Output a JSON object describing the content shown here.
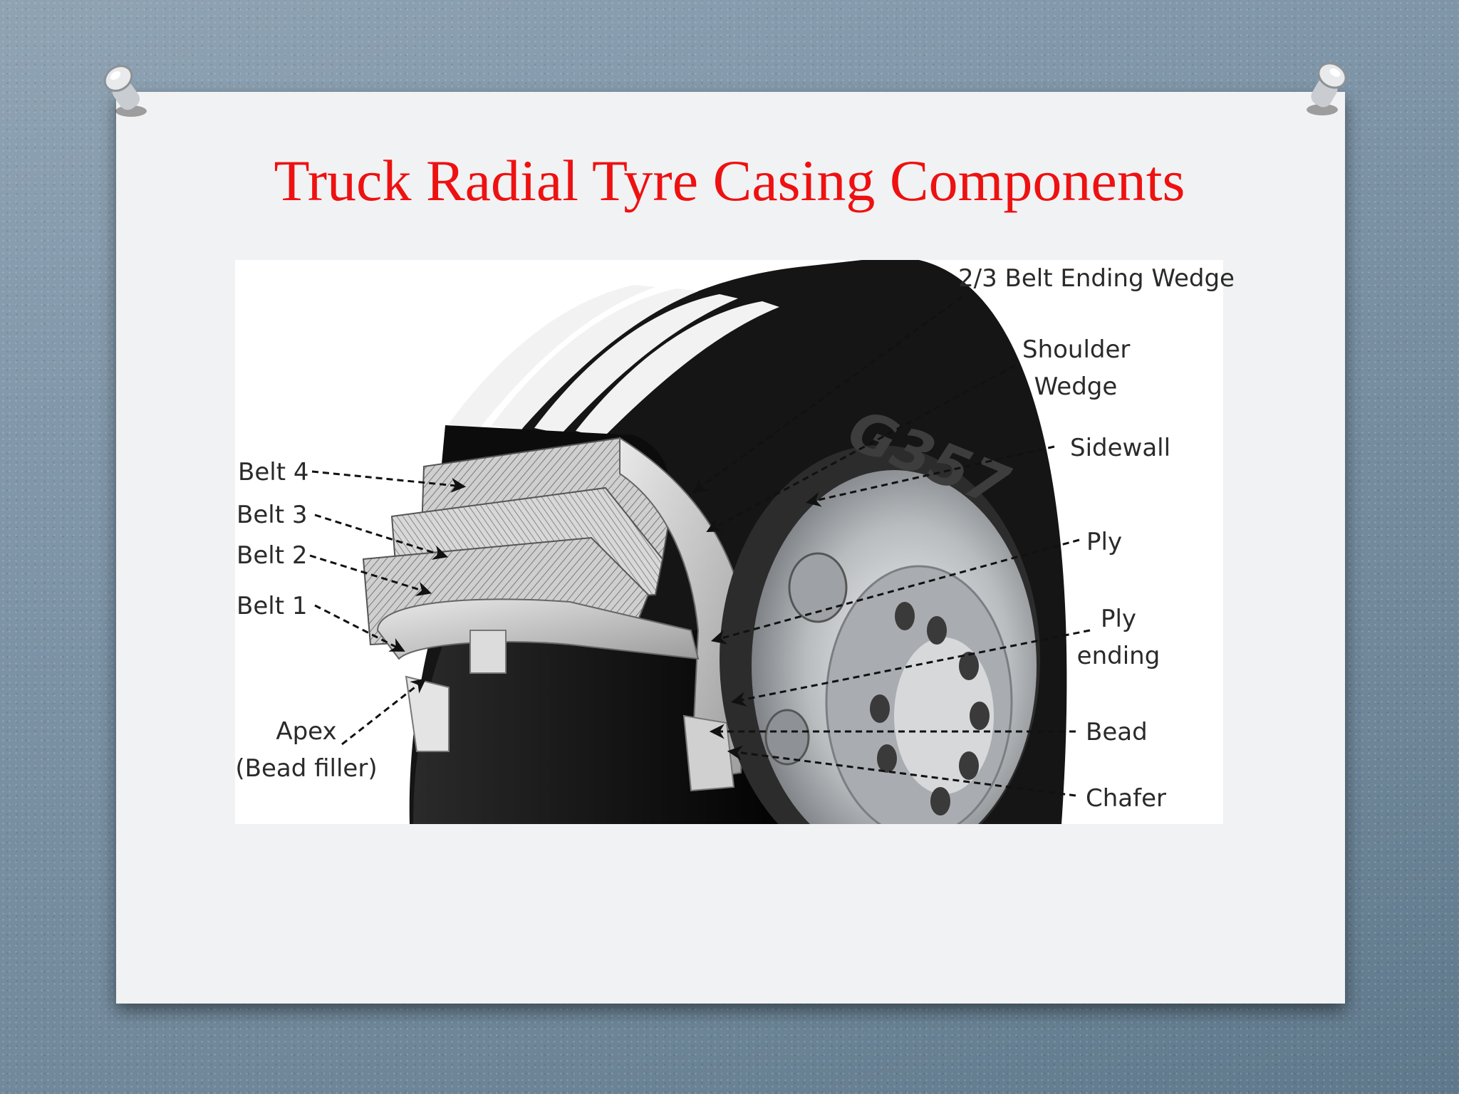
{
  "slide": {
    "title": "Truck Radial Tyre Casing Components"
  },
  "diagram": {
    "labels": {
      "belt4": "Belt 4",
      "belt3": "Belt 3",
      "belt2": "Belt 2",
      "belt1": "Belt 1",
      "apex_line1": "Apex",
      "apex_line2": "(Bead filler)",
      "belt_ending_wedge": "2/3 Belt Ending Wedge",
      "shoulder_line1": "Shoulder",
      "shoulder_line2": "Wedge",
      "sidewall": "Sidewall",
      "ply": "Ply",
      "ply_ending_line1": "Ply",
      "ply_ending_line2": "ending",
      "bead": "Bead",
      "chafer": "Chafer"
    },
    "sidewall_marking": "G357",
    "colors": {
      "title": "#ee1111",
      "label": "#2a2a2a",
      "tyre": "#141414",
      "wheel": "#b9bcbf"
    }
  }
}
